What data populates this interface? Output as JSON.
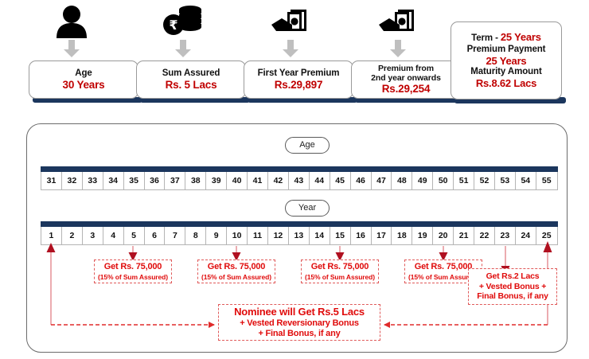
{
  "summary_cards": [
    {
      "icon": "person-icon",
      "label": "Age",
      "value": "30 Years"
    },
    {
      "icon": "rupee-coins-icon",
      "label": "Sum Assured",
      "value": "Rs. 5 Lacs"
    },
    {
      "icon": "cash-in-hand-icon",
      "label": "First Year Premium",
      "value": "Rs.29,897"
    },
    {
      "icon": "cash-in-hand-icon",
      "label1": "Premium from",
      "label2": "2nd year onwards",
      "value": "Rs.29,254"
    }
  ],
  "term_card": {
    "term_label": "Term  -",
    "term_value": "25 Years",
    "premium_label": "Premium Payment",
    "premium_value": "25 Years",
    "maturity_label": "Maturity Amount",
    "maturity_value": "Rs.8.62 Lacs"
  },
  "timeline": {
    "age_pill": "Age",
    "year_pill": "Year",
    "age_values": [
      "31",
      "32",
      "33",
      "34",
      "35",
      "36",
      "37",
      "38",
      "39",
      "40",
      "41",
      "42",
      "43",
      "44",
      "45",
      "46",
      "47",
      "48",
      "49",
      "50",
      "51",
      "52",
      "53",
      "54",
      "55"
    ],
    "year_values": [
      "1",
      "2",
      "3",
      "4",
      "5",
      "6",
      "7",
      "8",
      "9",
      "10",
      "11",
      "12",
      "13",
      "14",
      "15",
      "16",
      "17",
      "18",
      "19",
      "20",
      "21",
      "22",
      "23",
      "24",
      "25"
    ]
  },
  "payouts": [
    {
      "year": 5,
      "line1": "Get Rs. 75,000",
      "line2": "(15% of Sum Assured)"
    },
    {
      "year": 10,
      "line1": "Get Rs. 75,000",
      "line2": "(15% of Sum Assured)"
    },
    {
      "year": 15,
      "line1": "Get Rs. 75,000",
      "line2": "(15% of Sum Assured)"
    },
    {
      "year": 20,
      "line1": "Get Rs. 75,000",
      "line2": "(15% of Sum Assured)"
    }
  ],
  "maturity_callout": {
    "line1": "Get Rs.2 Lacs",
    "line2": "+ Vested Bonus +",
    "line3": "Final Bonus, if any"
  },
  "nominee_callout": {
    "line1": "Nominee will Get Rs.5 Lacs",
    "line2": "+ Vested Reversionary Bonus",
    "line3": "+ Final Bonus, if any"
  },
  "colors": {
    "navy": "#1b365d",
    "red": "#c00000",
    "bright_red": "#e00b0b",
    "dashed_red": "#e05a5a",
    "grey_arrow": "#bfbfbf",
    "dark_red_arrow": "#b01020",
    "pink_line": "#e8989c"
  }
}
